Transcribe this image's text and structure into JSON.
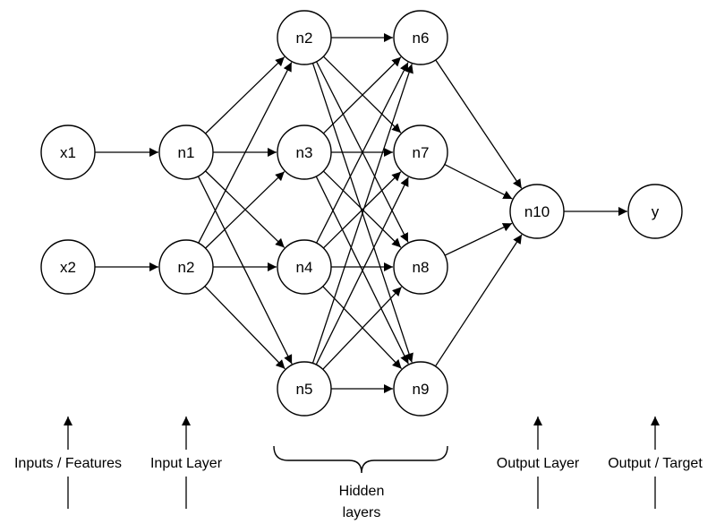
{
  "nodes": {
    "x1": "x1",
    "x2": "x2",
    "n1": "n1",
    "n2a": "n2",
    "n2b": "n2",
    "n3": "n3",
    "n4": "n4",
    "n5": "n5",
    "n6": "n6",
    "n7": "n7",
    "n8": "n8",
    "n9": "n9",
    "n10": "n10",
    "y": "y"
  },
  "captions": {
    "inputs": "Inputs / Features",
    "input_layer": "Input Layer",
    "hidden_line1": "Hidden",
    "hidden_line2": "layers",
    "output_layer": "Output Layer",
    "output_target": "Output / Target"
  },
  "colors": {
    "stroke": "#000000",
    "fill": "#ffffff"
  }
}
